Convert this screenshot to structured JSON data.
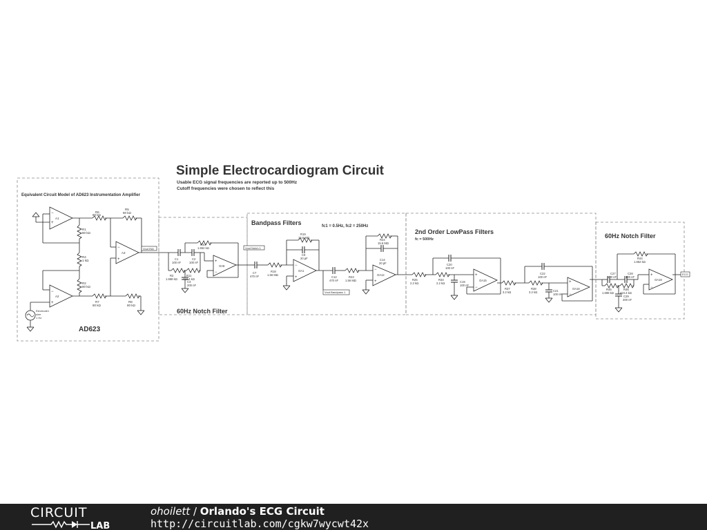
{
  "title": "Simple Electrocardiogram Circuit",
  "subtitle_lines": [
    "Usable ECG signal frequencies are reported up to 500Hz",
    "Cutoff frequencies were chosen to reflect this"
  ],
  "sections": {
    "ad623": {
      "header": "Equivalent Circuit Model of AD623 Instrumentation Amplifier",
      "label": "AD623"
    },
    "notch1": {
      "label": "60Hz Notch Filter"
    },
    "bandpass": {
      "label": "Bandpass Filters",
      "note": "fc1 = 0.5Hz, fc2 = 250Hz"
    },
    "lowpass": {
      "label": "2nd Order LowPass Filters",
      "note": "fc = 500Hz"
    },
    "notch2": {
      "label": "60Hz Notch Filter"
    }
  },
  "components": {
    "A1": "A1",
    "A2": "A2",
    "A3": "A3",
    "R1": [
      "R1",
      "80 kΩ"
    ],
    "R2": [
      "R2",
      "80 kΩ"
    ],
    "R4": [
      "R4",
      "1 kΩ"
    ],
    "R5": [
      "R5",
      "80 kΩ"
    ],
    "R6": [
      "R6",
      "80 kΩ"
    ],
    "R7": [
      "R7",
      "80 kΩ"
    ],
    "R8": [
      "R8",
      "80 kΩ"
    ],
    "electrode": [
      "Electrode1",
      "sine",
      "1 Hz"
    ],
    "R10": [
      "R10",
      "1.652 kΩ"
    ],
    "C1": [
      "C1",
      "100 nF"
    ],
    "C2": [
      "C2",
      "100 nF"
    ],
    "Rn2": [
      "R2",
      "1.698 kΩ"
    ],
    "R11": [
      "R11",
      "424.4 kΩ"
    ],
    "C3": [
      "C3",
      "200 nF"
    ],
    "OA8": "OA8",
    "C7": [
      "C7",
      "470 nF"
    ],
    "R18": [
      "R18",
      "1.56 MΩ"
    ],
    "R19": [
      "R19",
      "15.6 MΩ"
    ],
    "C9": [
      "C9",
      "20 pF"
    ],
    "OA1": "OA1",
    "C12": [
      "C12",
      "470 nF"
    ],
    "R23": [
      "R23",
      "1.56 MΩ"
    ],
    "R24": [
      "R24",
      "15.6 MΩ"
    ],
    "C14": [
      "C14",
      "20 pF"
    ],
    "OA12": "OA12",
    "R25": [
      "R25",
      "2.2 kΩ"
    ],
    "R34": [
      "R34",
      "2.2 kΩ"
    ],
    "C20": [
      "C20",
      "100 nF"
    ],
    "C19": [
      "C19",
      "100 nF"
    ],
    "OA15": "OA15",
    "R37": [
      "R37",
      "3.2 kΩ"
    ],
    "R38": [
      "R38",
      "3.2 kΩ"
    ],
    "C22": [
      "C22",
      "100 nF"
    ],
    "C21": [
      "C21",
      "100 nF"
    ],
    "OA16": "OA16",
    "C27": [
      "C27",
      "100 nF"
    ],
    "C28": [
      "C28",
      "100 nF"
    ],
    "R44": [
      "R44",
      "1.652 kΩ"
    ],
    "R45": [
      "R45",
      "1.698 kΩ"
    ],
    "R46": [
      "R46",
      "424.4 kΩ"
    ],
    "C29": [
      "C29",
      "200 nF"
    ],
    "OA18": "OA18"
  },
  "net_labels": {
    "vout_ina": "Vout INA",
    "vout_notch": "Vout Notch 1",
    "vout_bandpass": "Vout Bandpass 1",
    "ecg": "ECG"
  },
  "footer": {
    "author": "ohoilett",
    "separator": " / ",
    "project_title": "Orlando's ECG Circuit",
    "url": "http://circuitlab.com/cgkw7wycwt42x",
    "logo_top": "CIRCUIT",
    "logo_bottom": "LAB"
  },
  "colors": {
    "footer_bg": "#202020",
    "wire": "#222222",
    "text": "#333333",
    "box": "#888888"
  }
}
